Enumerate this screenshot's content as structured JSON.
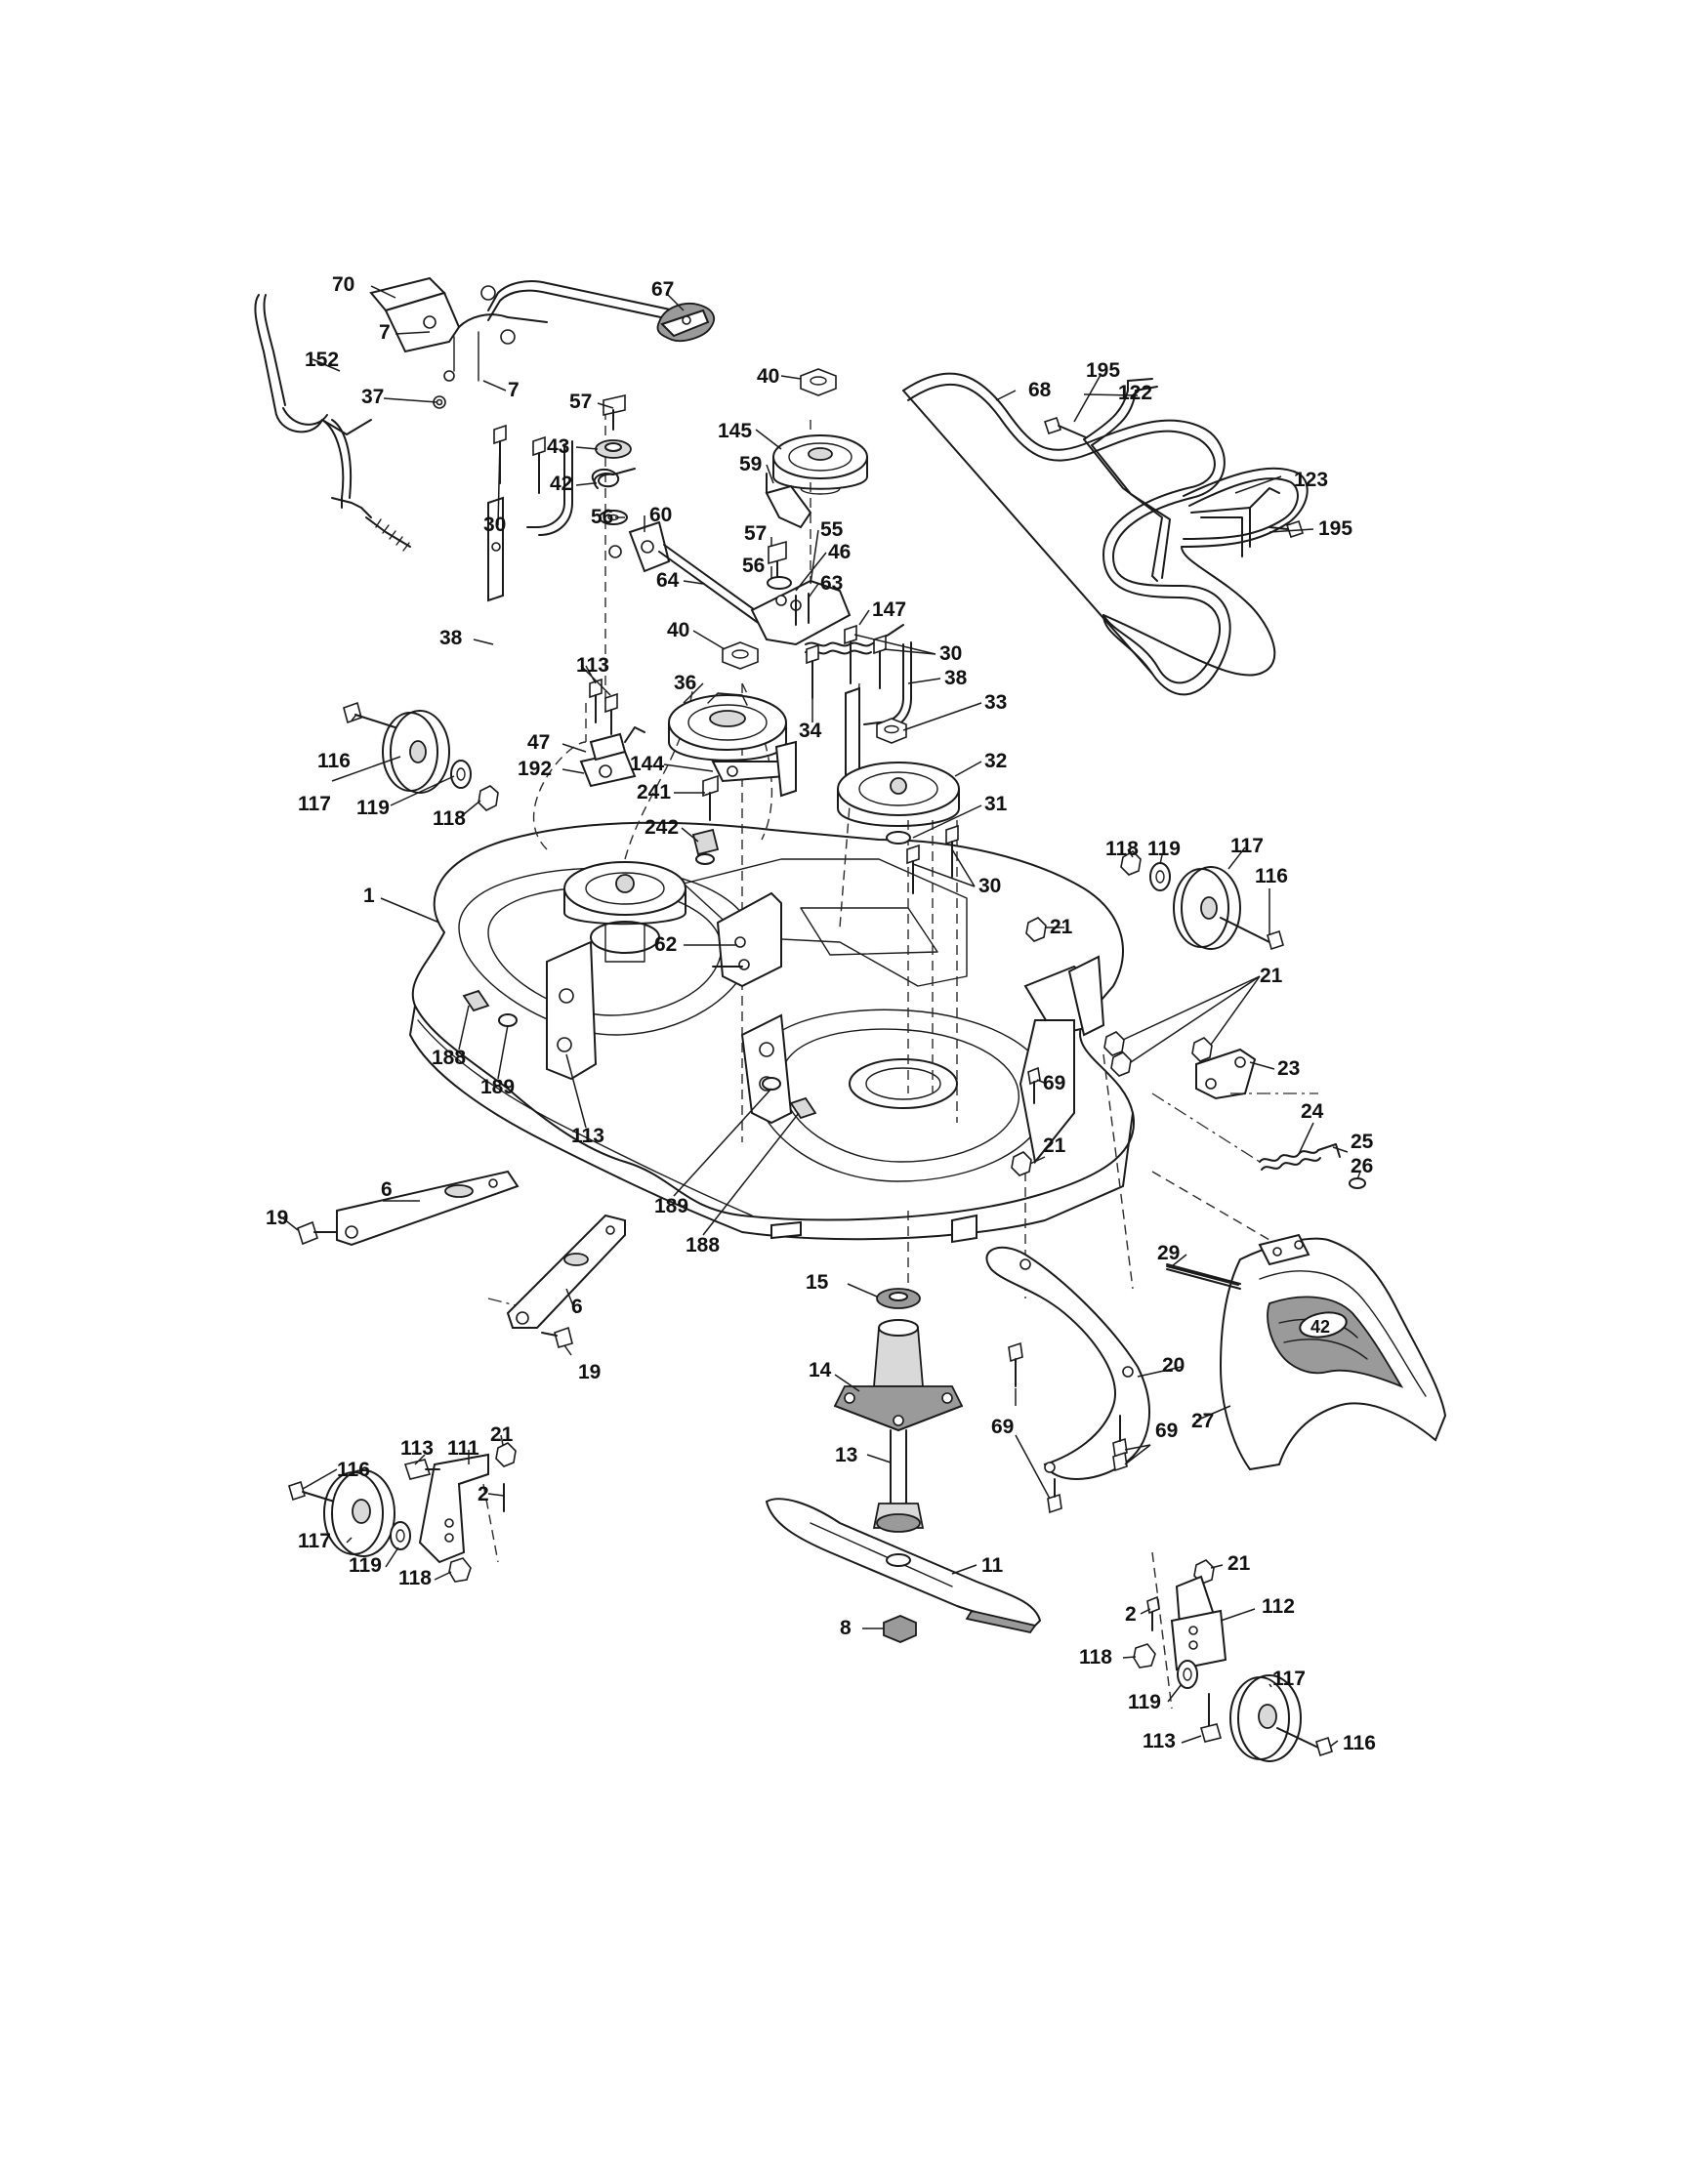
{
  "diagram": {
    "deck_logo_text": "42",
    "part_labels": [
      "70",
      "67",
      "7",
      "7",
      "152",
      "37",
      "40",
      "145",
      "195",
      "122",
      "68",
      "123",
      "195",
      "57",
      "43",
      "42",
      "60",
      "56",
      "59",
      "57",
      "55",
      "46",
      "56",
      "63",
      "64",
      "147",
      "30",
      "38",
      "30",
      "40",
      "30",
      "38",
      "113",
      "36",
      "34",
      "33",
      "116",
      "47",
      "192",
      "144",
      "32",
      "241",
      "117",
      "119",
      "118",
      "242",
      "31",
      "30",
      "1",
      "62",
      "118",
      "119",
      "117",
      "116",
      "21",
      "21",
      "188",
      "189",
      "113",
      "69",
      "23",
      "24",
      "25",
      "26",
      "21",
      "189",
      "188",
      "19",
      "6",
      "6",
      "19",
      "15",
      "14",
      "29",
      "20",
      "27",
      "116",
      "113",
      "111",
      "21",
      "2",
      "117",
      "119",
      "118",
      "13",
      "69",
      "69",
      "11",
      "21",
      "2",
      "112",
      "8",
      "118",
      "119",
      "117",
      "113",
      "116"
    ]
  }
}
